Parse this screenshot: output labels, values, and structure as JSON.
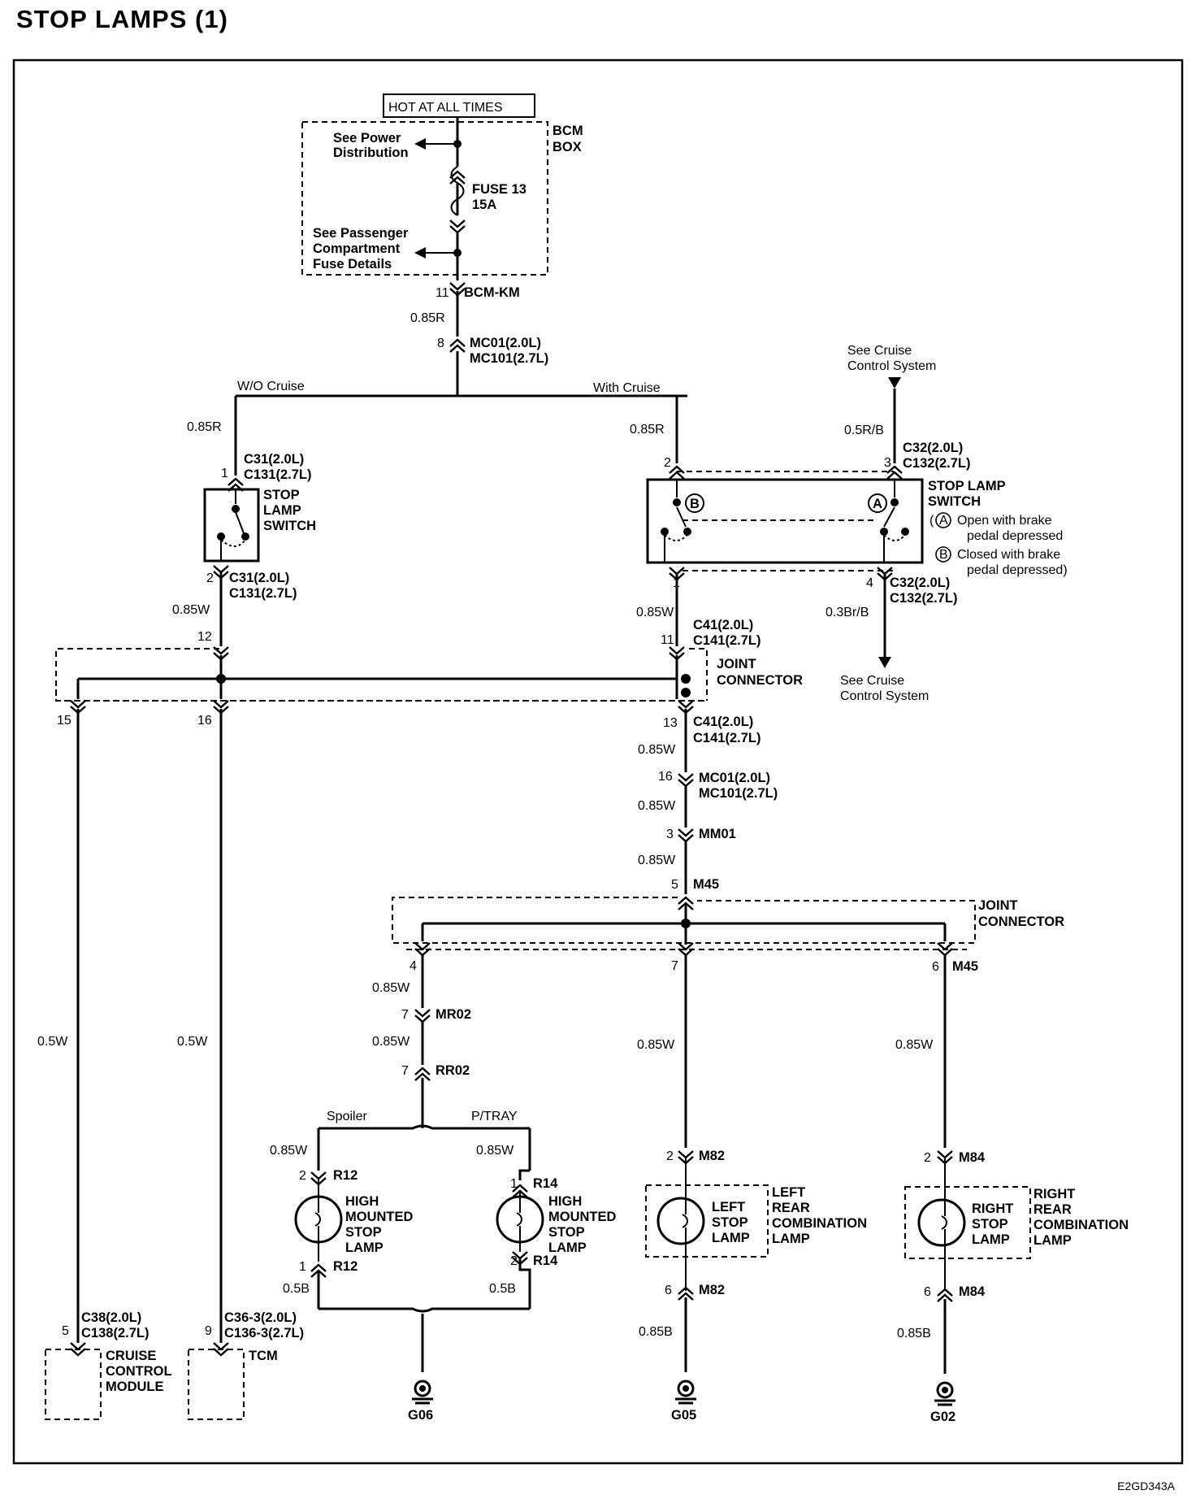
{
  "title": "STOP LAMPS (1)",
  "doc_code": "E2GD343A",
  "power": {
    "hot_label": "HOT AT ALL TIMES",
    "bcm_box_label": [
      "BCM",
      "BOX"
    ],
    "see_power": [
      "See Power",
      "Distribution"
    ],
    "fuse": [
      "FUSE 13",
      "15A"
    ],
    "see_passenger": [
      "See Passenger",
      "Compartment",
      "Fuse Details"
    ],
    "bcm_pin": "11",
    "bcm_conn": "BCM-KM",
    "wire1": "0.85R",
    "mc_pin": "8",
    "mc_conn": [
      "MC01(2.0L)",
      "MC101(2.7L)"
    ]
  },
  "branch": {
    "wo_cruise": "W/O Cruise",
    "with_cruise": "With Cruise"
  },
  "left_switch": {
    "wire_in": "0.85R",
    "pin_in": "1",
    "conn_in": [
      "C31(2.0L)",
      "C131(2.7L)"
    ],
    "label": [
      "STOP",
      "LAMP",
      "SWITCH"
    ],
    "pin_out": "2",
    "conn_out": [
      "C31(2.0L)",
      "C131(2.7L)"
    ],
    "wire_out": "0.85W",
    "pin_joint": "12"
  },
  "right_switch": {
    "wire_in": "0.85R",
    "pin_in": "2",
    "marker_b": "B",
    "marker_a": "A",
    "label": [
      "STOP LAMP",
      "SWITCH"
    ],
    "note_a": [
      "Open with brake",
      "pedal depressed"
    ],
    "note_b": [
      "Closed with brake",
      "pedal depressed)"
    ],
    "note_a_prefix": "(",
    "pin_out": "1",
    "wire_out": "0.85W",
    "pin_joint": "11",
    "conn_joint": [
      "C41(2.0L)",
      "C141(2.7L)"
    ]
  },
  "cruise_system": {
    "see_top": [
      "See Cruise",
      "Control System"
    ],
    "wire_top": "0.5R/B",
    "pin3": "3",
    "conn_top": [
      "C32(2.0L)",
      "C132(2.7L)"
    ],
    "pin4": "4",
    "conn_bottom": [
      "C32(2.0L)",
      "C132(2.7L)"
    ],
    "wire_bottom": "0.3Br/B",
    "see_bottom": [
      "See Cruise",
      "Control System"
    ]
  },
  "joint1": {
    "label": [
      "JOINT",
      "CONNECTOR"
    ],
    "pin15": "15",
    "pin16": "16",
    "pin13": "13",
    "conn13": [
      "C41(2.0L)",
      "C141(2.7L)"
    ]
  },
  "trunk": {
    "w1": "0.85W",
    "pin16": "16",
    "mc": [
      "MC01(2.0L)",
      "MC101(2.7L)"
    ],
    "w2": "0.85W",
    "pin3": "3",
    "mm": "MM01",
    "w3": "0.85W",
    "pin5": "5",
    "m45": "M45"
  },
  "joint2": {
    "label": [
      "JOINT",
      "CONNECTOR"
    ],
    "pin4": "4",
    "pin7": "7",
    "pin6": "6",
    "m45": "M45"
  },
  "hmsl": {
    "w1": "0.85W",
    "pin7a": "7",
    "mr02": "MR02",
    "w2": "0.85W",
    "pin7b": "7",
    "rr02": "RR02",
    "spoiler": "Spoiler",
    "ptray": "P/TRAY",
    "sp_w": "0.85W",
    "sp_pin2": "2",
    "sp_r12a": "R12",
    "sp_label": [
      "HIGH",
      "MOUNTED",
      "STOP",
      "LAMP"
    ],
    "sp_pin1": "1",
    "sp_r12b": "R12",
    "sp_wout": "0.5B",
    "pt_w": "0.85W",
    "pt_pin1": "1",
    "pt_r14a": "R14",
    "pt_label": [
      "HIGH",
      "MOUNTED",
      "STOP",
      "LAMP"
    ],
    "pt_pin2": "2",
    "pt_r14b": "R14",
    "pt_wout": "0.5B",
    "ground": "G06"
  },
  "left_rear": {
    "w1": "0.85W",
    "pin2": "2",
    "m82a": "M82",
    "lamp": [
      "LEFT",
      "STOP",
      "LAMP"
    ],
    "assembly": [
      "LEFT",
      "REAR",
      "COMBINATION",
      "LAMP"
    ],
    "pin6": "6",
    "m82b": "M82",
    "wout": "0.85B",
    "ground": "G05"
  },
  "right_rear": {
    "w1": "0.85W",
    "pin2": "2",
    "m84a": "M84",
    "lamp": [
      "RIGHT",
      "STOP",
      "LAMP"
    ],
    "assembly": [
      "RIGHT",
      "REAR",
      "COMBINATION",
      "LAMP"
    ],
    "pin6": "6",
    "m84b": "M84",
    "wout": "0.85B",
    "ground": "G02"
  },
  "cruise_module": {
    "wire": "0.5W",
    "pin": "5",
    "conn": [
      "C38(2.0L)",
      "C138(2.7L)"
    ],
    "label": [
      "CRUISE",
      "CONTROL",
      "MODULE"
    ]
  },
  "tcm": {
    "wire": "0.5W",
    "pin": "9",
    "conn": [
      "C36-3(2.0L)",
      "C136-3(2.7L)"
    ],
    "label": "TCM"
  }
}
